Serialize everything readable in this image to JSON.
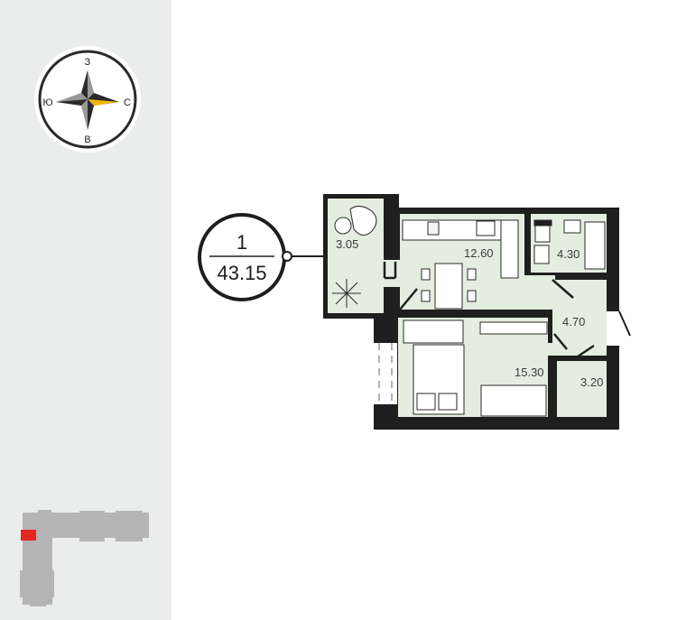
{
  "compass": {
    "north": "С",
    "south": "Ю",
    "west": "З",
    "east": "В",
    "accent": "#f2b705"
  },
  "apartment": {
    "rooms_count": "1",
    "total_area": "43.15"
  },
  "rooms": {
    "balcony": "3.05",
    "kitchen": "12.60",
    "bathroom": "4.30",
    "hall": "4.70",
    "bedroom": "15.30",
    "closet": "3.20"
  },
  "colors": {
    "wall": "#1f1f1f",
    "floor": "#e4eee0",
    "highlight": "#e52521",
    "building": "#b5b5b5",
    "sidebar": "#ebecec"
  }
}
